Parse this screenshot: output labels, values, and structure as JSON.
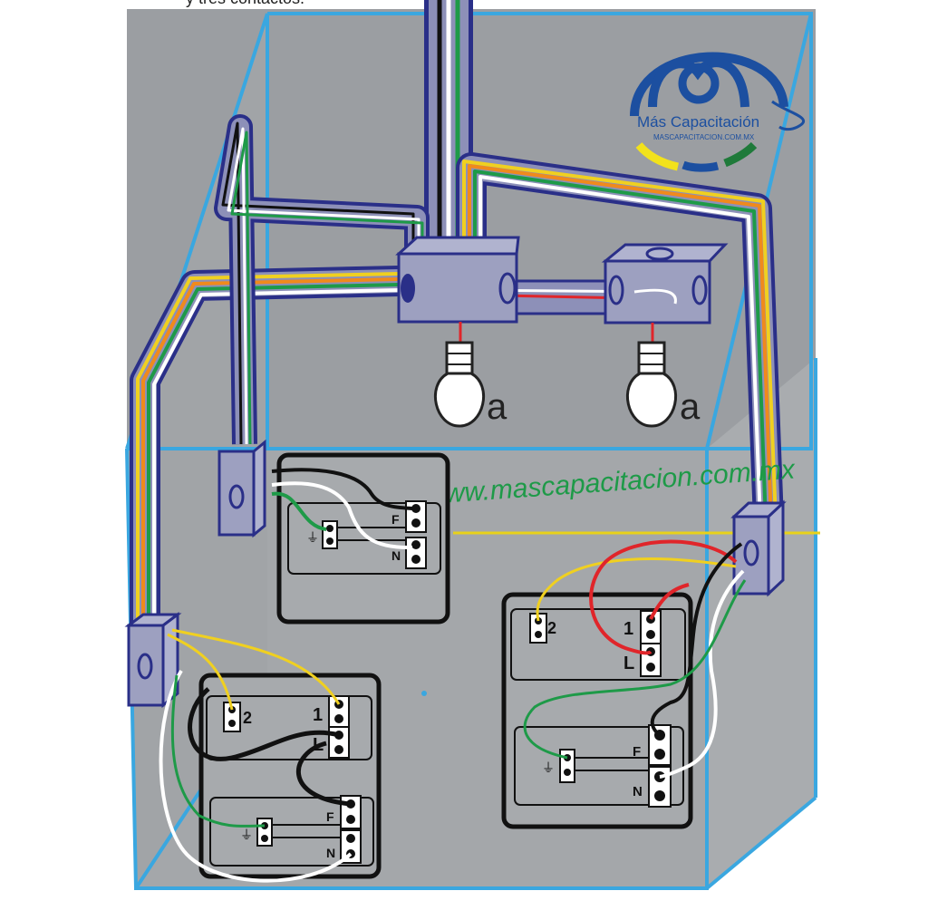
{
  "caption": "y tres contactos.",
  "logo": {
    "name": "Más Capacitación",
    "url": "MASCAPACITACION.COM.MX",
    "colors": {
      "blue": "#1c4fa0",
      "yellow": "#f2e21c",
      "green": "#1f7a3a"
    }
  },
  "watermark": "www.mascapacitacion.com.mx",
  "lamps": [
    {
      "label": "a"
    },
    {
      "label": "a"
    }
  ],
  "switch_terminals": {
    "common": "L",
    "traveler_1": "1",
    "traveler_2": "2"
  },
  "outlet_terminals": {
    "phase": "F",
    "neutral": "N"
  },
  "wire_colors": {
    "phase": "#111111",
    "neutral": "#ffffff",
    "ground": "#1e9a48",
    "traveler_yellow": "#f0d020",
    "traveler_red": "#e0252a",
    "orange": "#f08a1c",
    "conduit": "#2a2f88",
    "room_edges": "#3aa7e0"
  }
}
